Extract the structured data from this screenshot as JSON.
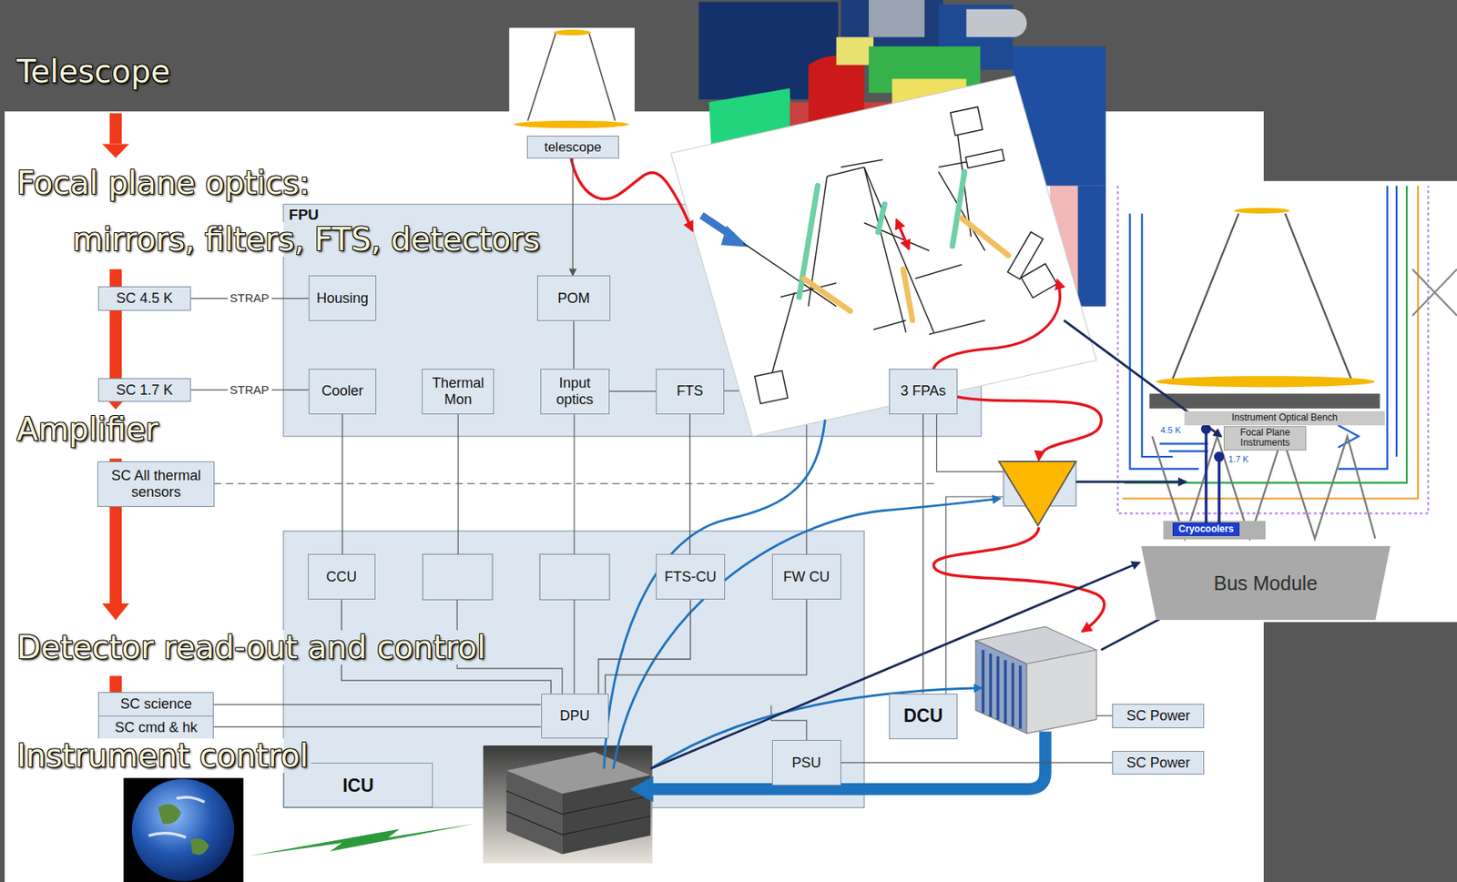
{
  "diagram": {
    "nodes": [
      {
        "text": [
          "telescope"
        ]
      },
      {
        "text": [
          "FPU"
        ]
      },
      {
        "text": [
          "Housing"
        ],
        "in": 1
      },
      {
        "text": [
          "POM"
        ],
        "in": 1
      },
      {
        "text": [
          "Cooler"
        ],
        "in": 1
      },
      {
        "text": [
          "Thermal Mon"
        ],
        "in": 1
      },
      {
        "text": [
          "Input optics"
        ],
        "in": 1
      },
      {
        "text": [
          "FTS"
        ],
        "in": 1
      },
      {
        "text": [
          "3 FPAs"
        ],
        "in": 1
      },
      {
        "text": [
          "SC 4.5 K"
        ]
      },
      {
        "text": [
          "SC 1.7 K"
        ]
      },
      {
        "text": [
          "SC All thermal sensors"
        ]
      },
      {
        "text": [
          "CCU"
        ]
      },
      {
        "text": [
          "FTS-CU"
        ]
      },
      {
        "text": [
          "FW CU"
        ]
      },
      {
        "text": [
          "DPU"
        ]
      },
      {
        "text": [
          "DCU"
        ]
      },
      {
        "text": [
          "PSU"
        ]
      },
      {
        "text": [
          "ICU"
        ]
      },
      {
        "text": [
          "SC science"
        ]
      },
      {
        "text": [
          "SC cmd & hk"
        ]
      },
      {
        "text": [
          "SC Power"
        ]
      },
      {
        "text": [
          "SC Power"
        ]
      },
      {
        "text": [
          "Instrument Optical Bench"
        ]
      },
      {
        "text": [
          "Focal Plane Instruments"
        ]
      },
      {
        "text": [
          "Cryocoolers"
        ]
      },
      {
        "text": [
          "Bus Module"
        ]
      }
    ],
    "edges": [
      {
        "from": 0,
        "to": 3,
        "arrow": "to"
      },
      {
        "from": 9,
        "to": 2,
        "label": "STRAP",
        "arrow": "none"
      },
      {
        "from": 10,
        "to": 4,
        "label": "STRAP",
        "arrow": "none"
      },
      {
        "from": 3,
        "to": 6,
        "arrow": "none"
      },
      {
        "from": 6,
        "to": 7,
        "arrow": "none"
      },
      {
        "from": 4,
        "to": 12,
        "arrow": "none"
      },
      {
        "from": 7,
        "to": 13,
        "arrow": "none"
      },
      {
        "from": 12,
        "to": 15,
        "arrow": "none"
      },
      {
        "from": 13,
        "to": 15,
        "arrow": "none"
      },
      {
        "from": 14,
        "to": 15,
        "arrow": "none"
      },
      {
        "from": 8,
        "to": 16,
        "arrow": "none"
      },
      {
        "from": 15,
        "to": 19,
        "arrow": "none"
      },
      {
        "from": 15,
        "to": 20,
        "arrow": "none"
      },
      {
        "from": 17,
        "to": 22,
        "arrow": "none"
      }
    ],
    "labels": [
      "Telescope",
      "Focal plane optics:",
      "mirrors, filters, FTS, detectors",
      "Amplifier",
      "Detector read-out and control",
      "Instrument control",
      "4.5 K",
      "1.7 K"
    ]
  }
}
